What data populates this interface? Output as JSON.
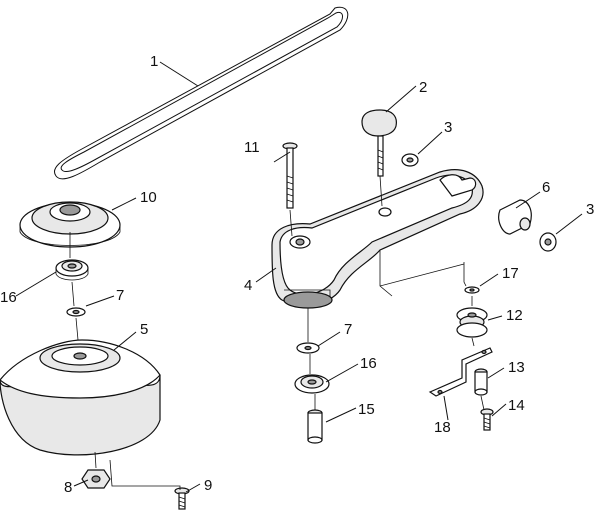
{
  "labels": {
    "p1": "1",
    "p2": "2",
    "p3a": "3",
    "p3b": "3",
    "p4": "4",
    "p5": "5",
    "p6": "6",
    "p7a": "7",
    "p7b": "7",
    "p8": "8",
    "p9": "9",
    "p10": "10",
    "p11": "11",
    "p12": "12",
    "p13": "13",
    "p14": "14",
    "p15": "15",
    "p16a": "16",
    "p16b": "16",
    "p17": "17",
    "p18": "18"
  }
}
